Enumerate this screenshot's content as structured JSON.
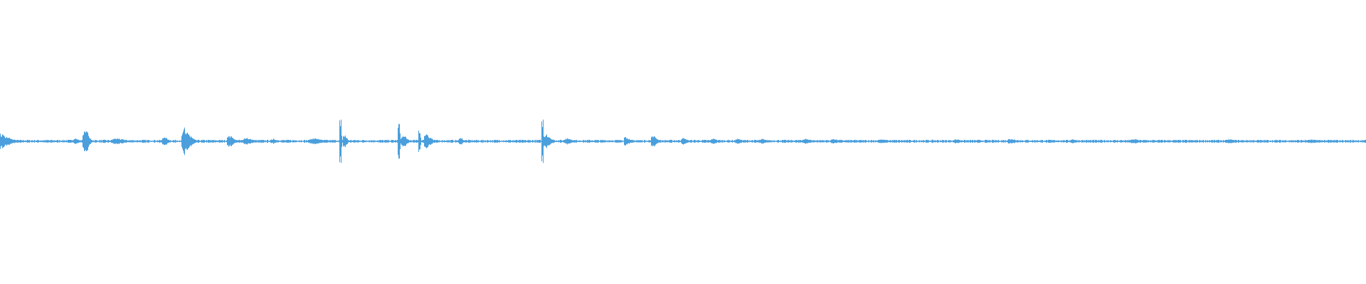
{
  "waveform": {
    "color": "#4a9fdc",
    "baseline_color": "#5aa9e0"
  },
  "bursts": [
    {
      "t": 0.0,
      "amp": 0.03,
      "dur": 0.02
    },
    {
      "t": 0.055,
      "amp": 0.01,
      "dur": 0.01
    },
    {
      "t": 0.062,
      "amp": 0.055,
      "dur": 0.008
    },
    {
      "t": 0.085,
      "amp": 0.012,
      "dur": 0.02
    },
    {
      "t": 0.12,
      "amp": 0.02,
      "dur": 0.008
    },
    {
      "t": 0.135,
      "amp": 0.05,
      "dur": 0.012
    },
    {
      "t": 0.168,
      "amp": 0.022,
      "dur": 0.01
    },
    {
      "t": 0.18,
      "amp": 0.015,
      "dur": 0.012
    },
    {
      "t": 0.2,
      "amp": 0.01,
      "dur": 0.01
    },
    {
      "t": 0.23,
      "amp": 0.012,
      "dur": 0.02
    },
    {
      "t": 0.249,
      "amp": 0.095,
      "dur": 0.002
    },
    {
      "t": 0.252,
      "amp": 0.025,
      "dur": 0.006
    },
    {
      "t": 0.292,
      "amp": 0.075,
      "dur": 0.002
    },
    {
      "t": 0.295,
      "amp": 0.025,
      "dur": 0.008
    },
    {
      "t": 0.307,
      "amp": 0.05,
      "dur": 0.002
    },
    {
      "t": 0.312,
      "amp": 0.03,
      "dur": 0.01
    },
    {
      "t": 0.337,
      "amp": 0.015,
      "dur": 0.006
    },
    {
      "t": 0.397,
      "amp": 0.085,
      "dur": 0.002
    },
    {
      "t": 0.4,
      "amp": 0.025,
      "dur": 0.01
    },
    {
      "t": 0.415,
      "amp": 0.012,
      "dur": 0.01
    },
    {
      "t": 0.458,
      "amp": 0.018,
      "dur": 0.008
    },
    {
      "t": 0.478,
      "amp": 0.025,
      "dur": 0.008
    },
    {
      "t": 0.5,
      "amp": 0.012,
      "dur": 0.01
    },
    {
      "t": 0.522,
      "amp": 0.01,
      "dur": 0.01
    },
    {
      "t": 0.54,
      "amp": 0.01,
      "dur": 0.01
    },
    {
      "t": 0.558,
      "amp": 0.01,
      "dur": 0.01
    },
    {
      "t": 0.59,
      "amp": 0.01,
      "dur": 0.015
    },
    {
      "t": 0.61,
      "amp": 0.01,
      "dur": 0.01
    },
    {
      "t": 0.645,
      "amp": 0.008,
      "dur": 0.015
    },
    {
      "t": 0.7,
      "amp": 0.008,
      "dur": 0.015
    },
    {
      "t": 0.74,
      "amp": 0.01,
      "dur": 0.015
    },
    {
      "t": 0.785,
      "amp": 0.008,
      "dur": 0.01
    },
    {
      "t": 0.83,
      "amp": 0.008,
      "dur": 0.02
    },
    {
      "t": 0.9,
      "amp": 0.007,
      "dur": 0.02
    },
    {
      "t": 0.96,
      "amp": 0.007,
      "dur": 0.02
    }
  ]
}
